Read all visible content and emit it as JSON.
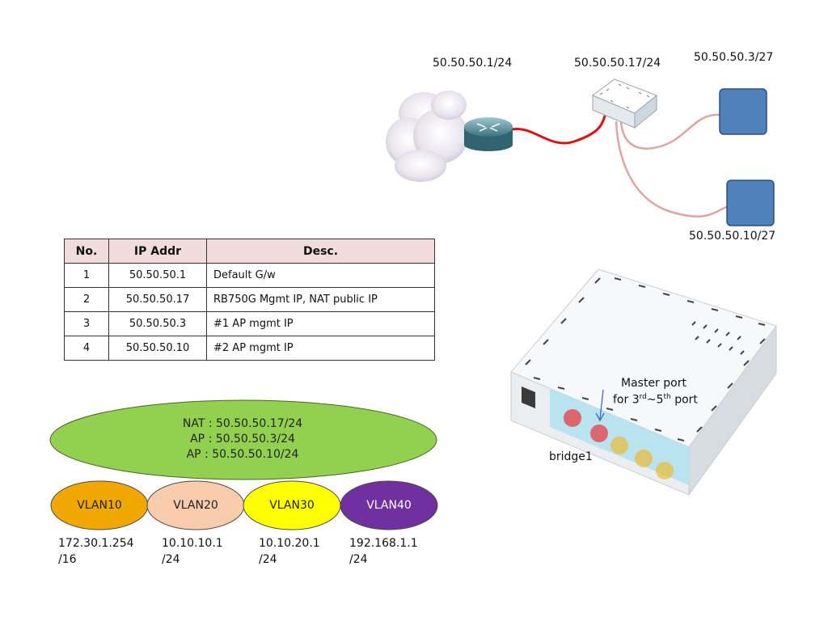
{
  "topology": {
    "gateway_ip": "50.50.50.1/24",
    "router_ip": "50.50.50.17/24",
    "ap1_ip": "50.50.50.3/27",
    "ap2_ip": "50.50.50.10/27"
  },
  "ip_table": {
    "headers": [
      "No.",
      "IP Addr",
      "Desc."
    ],
    "rows": [
      [
        "1",
        "50.50.50.1",
        "Default  G/w"
      ],
      [
        "2",
        "50.50.50.17",
        "RB750G  Mgmt  IP,  NAT  public  IP"
      ],
      [
        "3",
        "50.50.50.3",
        "#1  AP  mgmt  IP"
      ],
      [
        "4",
        "50.50.50.10",
        "#2  AP  mgmt  IP"
      ]
    ]
  },
  "bridge_group": {
    "lines": [
      "NAT : 50.50.50.17/24",
      "AP : 50.50.50.3/24",
      "AP : 50.50.50.10/24"
    ],
    "color": "#92d050"
  },
  "vlans": [
    {
      "name": "VLAN10",
      "color": "#f0a800",
      "net": "172.30.1.254",
      "mask": "/16"
    },
    {
      "name": "VLAN20",
      "color": "#f9cbad",
      "net": "10.10.10.1",
      "mask": "/24"
    },
    {
      "name": "VLAN30",
      "color": "#ffff00",
      "net": "10.10.20.1",
      "mask": "/24"
    },
    {
      "name": "VLAN40",
      "color": "#7030a0",
      "net": "192.168.1.1",
      "mask": "/24"
    }
  ],
  "device_photo": {
    "master_line1": "Master port",
    "master_for": "for 3",
    "master_sup1": "rd",
    "master_mid": "~5",
    "master_sup2": "th",
    "master_end": "  port",
    "bridge_label": "bridge1"
  }
}
